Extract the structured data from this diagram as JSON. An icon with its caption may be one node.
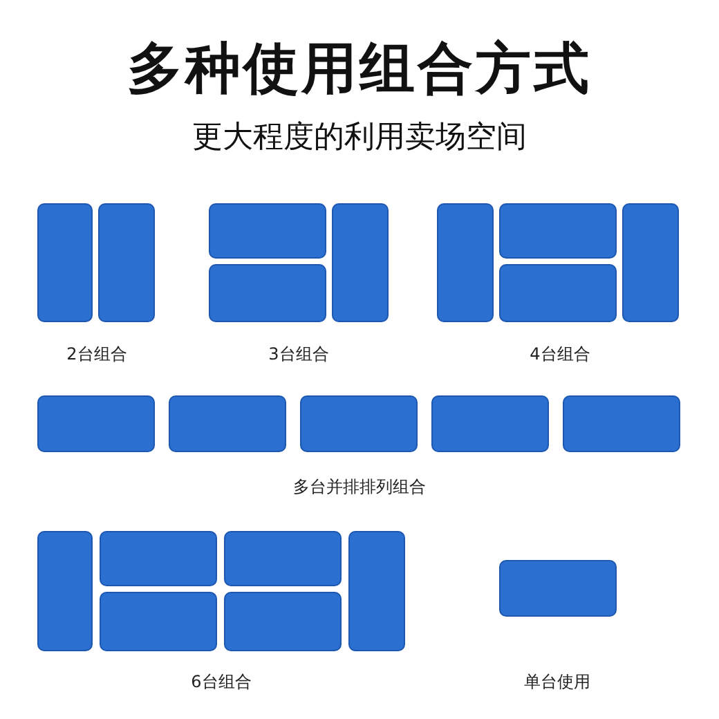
{
  "diagram": {
    "title": "多种使用组合方式",
    "nodes": [
      {
        "text": [],
        "shape": "box"
      },
      {
        "text": [],
        "shape": "box"
      },
      {
        "text": [],
        "shape": "box"
      },
      {
        "text": [],
        "shape": "box"
      },
      {
        "text": [],
        "shape": "box"
      },
      {
        "text": [],
        "shape": "box"
      },
      {
        "text": [],
        "shape": "box"
      },
      {
        "text": [],
        "shape": "box"
      },
      {
        "text": [],
        "shape": "box"
      },
      {
        "text": [],
        "shape": "box"
      },
      {
        "text": [],
        "shape": "box"
      },
      {
        "text": [],
        "shape": "box"
      },
      {
        "text": [],
        "shape": "box"
      },
      {
        "text": [],
        "shape": "box"
      },
      {
        "text": [],
        "shape": "box"
      },
      {
        "text": [],
        "shape": "box"
      },
      {
        "text": [],
        "shape": "box"
      },
      {
        "text": [],
        "shape": "box"
      },
      {
        "text": [],
        "shape": "box"
      },
      {
        "text": [],
        "shape": "box"
      },
      {
        "text": [],
        "shape": "box"
      }
    ],
    "labels": [
      "更大程度的利用卖场空间",
      "2台组合",
      "3台组合",
      "4台组合",
      "多台并排排列组合",
      "6台组合",
      "单台使用"
    ]
  }
}
